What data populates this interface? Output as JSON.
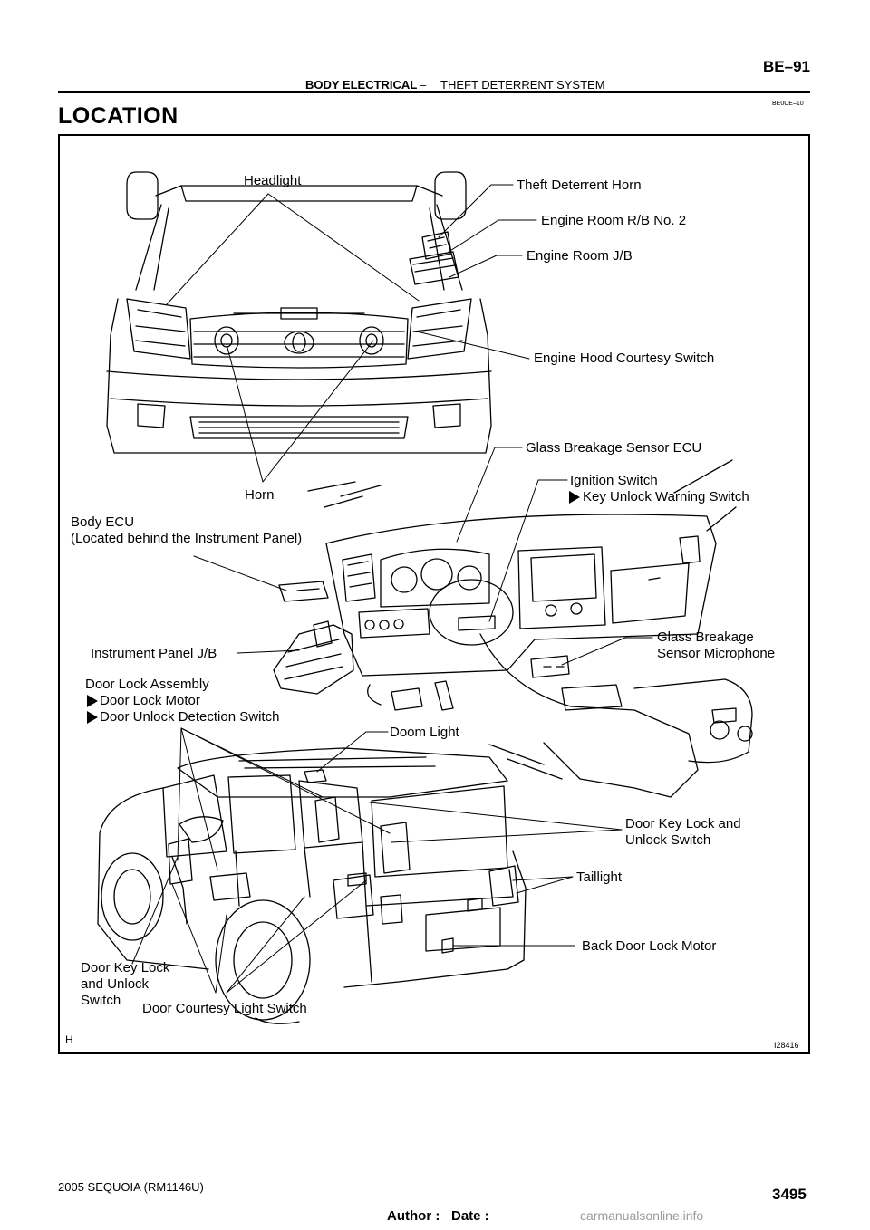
{
  "header": {
    "section": "BODY ELECTRICAL",
    "separator": "–",
    "topic": "THEFT DETERRENT SYSTEM",
    "page_code": "BE–91",
    "doc_code": "BE0CE–10"
  },
  "title": "LOCATION",
  "figure": {
    "id": "I28416",
    "corner_mark": "H",
    "labels": {
      "headlight": "Headlight",
      "theft_horn": "Theft Deterrent Horn",
      "rb2": "Engine Room R/B No. 2",
      "jb": "Engine Room J/B",
      "hood_switch": "Engine Hood Courtesy Switch",
      "glass_ecu": "Glass Breakage Sensor ECU",
      "ignition": "Ignition Switch",
      "key_warning": "Key Unlock Warning Switch",
      "horn": "Horn",
      "body_ecu": "Body ECU",
      "body_ecu_note": "(Located behind the Instrument Panel)",
      "ip_jb": "Instrument Panel J/B",
      "glass_mic": "Glass Breakage\nSensor Microphone",
      "door_lock_assy": "Door Lock Assembly",
      "door_lock_motor": "Door Lock Motor",
      "door_unlock_det": "Door Unlock Detection Switch",
      "doom_light": "Doom Light",
      "door_key_right": "Door Key Lock and\nUnlock Switch",
      "taillight": "Taillight",
      "back_door": "Back Door Lock Motor",
      "door_key_left": "Door Key Lock\nand Unlock\nSwitch",
      "courtesy": "Door Courtesy Light Switch"
    }
  },
  "footer": {
    "model": "2005 SEQUOIA   (RM1146U)",
    "author": "Author :",
    "date": "Date :",
    "page_number": "3495",
    "watermark": "carmanualsonline.info"
  }
}
